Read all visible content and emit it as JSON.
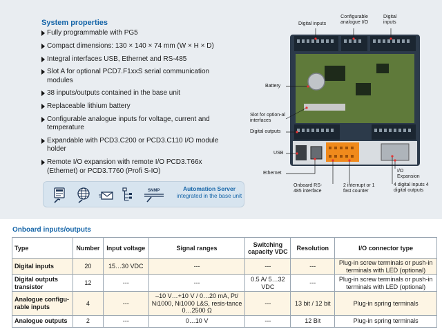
{
  "system": {
    "title": "System properties",
    "properties": [
      "Fully programmable with PG5",
      "Compact dimensions: 130 × 140 × 74 mm (W × H × D)",
      "Integral interfaces USB, Ethernet and RS-485",
      "Slot A for optional PCD7.F1xxS serial communication modules",
      "38 inputs/outputs contained in the base unit",
      "Replaceable lithium battery",
      "Configurable analogue inputs for voltage, current and temperature",
      "Expandable with PCD3.C200 or PCD3.C110 I/O module holder",
      "Remote I/O expansion with remote I/O PCD3.T66x (Ethernet) or PCD3.T760 (Profi S-IO)"
    ],
    "automation_server": {
      "title": "Automation Server",
      "subtitle": "integrated in the base unit",
      "snmp_label": "SNMP"
    }
  },
  "device": {
    "labels": {
      "digital_inputs_left": "Digital inputs",
      "configurable_analogue_io": "Configurable analogue I/O",
      "digital_inputs_right": "Digital inputs",
      "battery": "Battery",
      "slot_for_optional_interfaces": "Slot for option-al interfaces",
      "digital_outputs": "Digital outputs",
      "usb": "USB",
      "ethernet": "Ethernet",
      "onboard_rs485": "Onboard RS-485 interface",
      "interrupt_counter": "2 interrupt or 1 fast counter",
      "io_expansion": "I/O Expansion",
      "digital_io_4": "4 digital inputs 4 digital outputs"
    }
  },
  "io_table": {
    "title": "Onboard inputs/outputs",
    "headers": [
      "Type",
      "Number",
      "Input voltage",
      "Signal ranges",
      "Switching capacity VDC",
      "Resolution",
      "I/O connector type"
    ],
    "rows": [
      [
        "Digital inputs",
        "20",
        "15…30 VDC",
        "---",
        "---",
        "---",
        "Plug-in screw terminals or push-in terminals with LED (optional)"
      ],
      [
        "Digital outputs transistor",
        "12",
        "---",
        "---",
        "0.5 A/ 5…32 VDC",
        "---",
        "Plug-in screw terminals or push-in terminals with LED (optional)"
      ],
      [
        "Analogue configu-rable inputs",
        "4",
        "---",
        "–10 V…+10 V / 0…20 mA, Pt/ Ni1000, Ni1000 L&S, resis-tance 0…2500 Ω",
        "---",
        "13 bit / 12 bit",
        "Plug-in spring terminals"
      ],
      [
        "Analogue outputs",
        "2",
        "---",
        "0…10 V",
        "---",
        "12 Bit",
        "Plug-in spring terminals"
      ]
    ]
  }
}
